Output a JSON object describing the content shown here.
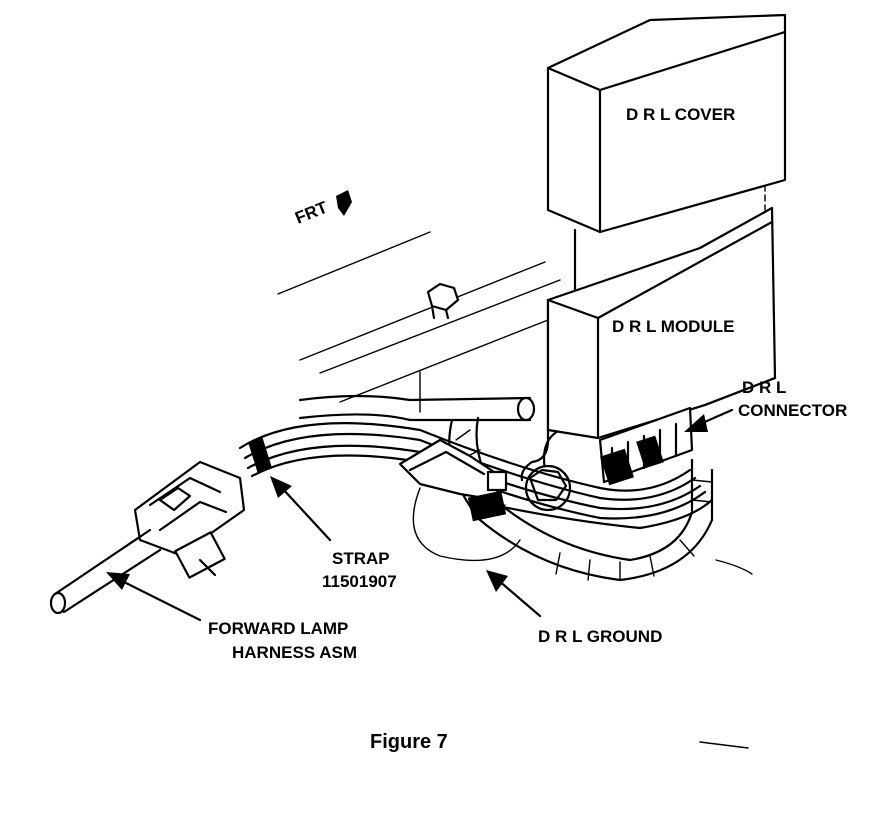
{
  "labels": {
    "drl_cover": "D R L COVER",
    "drl_module": "D R L MODULE",
    "drl_connector_line1": "D R L",
    "drl_connector_line2": "CONNECTOR",
    "frt": "FRT",
    "strap_line1": "STRAP",
    "strap_line2": "11501907",
    "forward_lamp_line1": "FORWARD LAMP",
    "forward_lamp_line2": "HARNESS ASM",
    "drl_ground": "D R L GROUND"
  },
  "caption": "Figure 7"
}
